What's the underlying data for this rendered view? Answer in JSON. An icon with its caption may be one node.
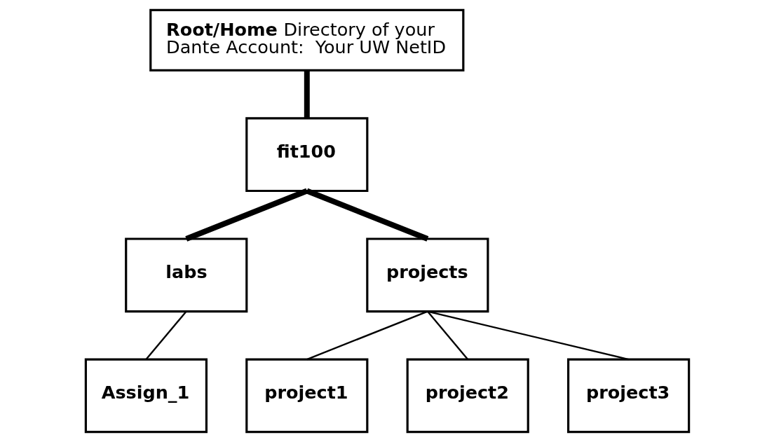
{
  "diagram": {
    "nodes": [
      {
        "text": [
          "**Root/Home** Directory of your Dante Account:  Your UW NetID"
        ]
      },
      {
        "text": [
          "fit100"
        ]
      },
      {
        "text": [
          "labs"
        ]
      },
      {
        "text": [
          "projects"
        ]
      },
      {
        "text": [
          "Assign_1"
        ]
      },
      {
        "text": [
          "project1"
        ]
      },
      {
        "text": [
          "project2"
        ]
      },
      {
        "text": [
          "project3"
        ]
      }
    ],
    "edges": [
      {
        "from": 0,
        "to": 1,
        "arrow": "none",
        "style": "thick"
      },
      {
        "from": 1,
        "to": 2,
        "arrow": "none",
        "style": "thick"
      },
      {
        "from": 1,
        "to": 3,
        "arrow": "none",
        "style": "thick"
      },
      {
        "from": 2,
        "to": 4,
        "arrow": "none"
      },
      {
        "from": 3,
        "to": 5,
        "arrow": "none"
      },
      {
        "from": 3,
        "to": 6,
        "arrow": "none"
      },
      {
        "from": 3,
        "to": 7,
        "arrow": "none"
      }
    ]
  }
}
